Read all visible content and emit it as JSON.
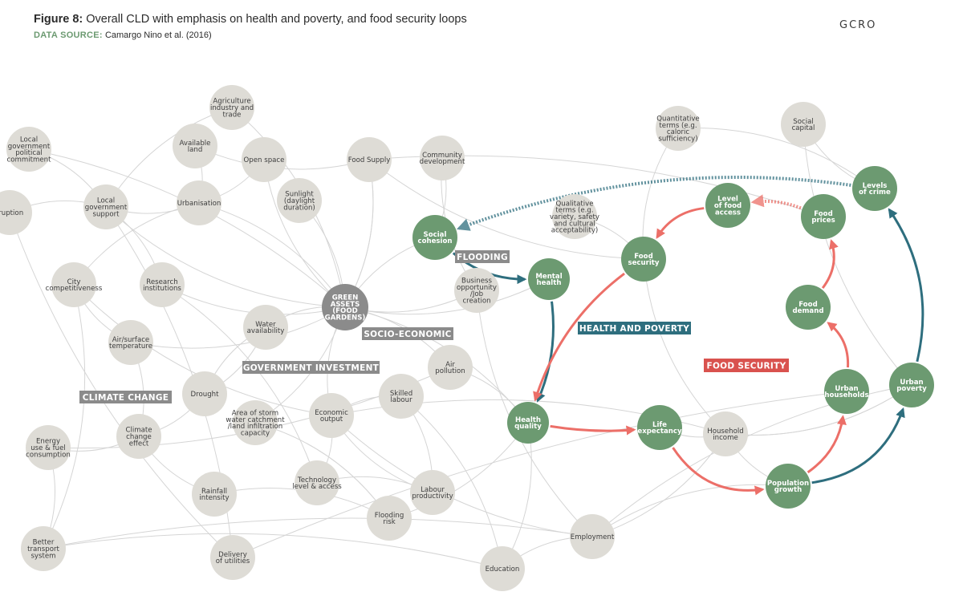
{
  "header": {
    "figure_label": "Figure 8:",
    "title": "Overall CLD with emphasis on health and poverty, and food security loops",
    "source_label": "DATA SOURCE:",
    "source_text": "Camargo Nino et al. (2016)",
    "logo": "GCRO"
  },
  "colors": {
    "grey_node": "#dedcd6",
    "green_node": "#6c9a71",
    "dark_node": "#8b8b8b",
    "teal_arrow": "#2e6e7e",
    "red_arrow": "#ec6f68",
    "faint_line": "#d5d5d5",
    "tag_grey": "#8b8b8b",
    "tag_teal": "#2e6e7e",
    "tag_red": "#d9524e",
    "brand_green": "#6c9a71"
  },
  "tags": [
    {
      "id": "flooding",
      "text": "FLOODING",
      "style": "grey"
    },
    {
      "id": "health-poverty",
      "text": "HEALTH AND POVERTY",
      "style": "teal"
    },
    {
      "id": "food-security",
      "text": "FOOD SECURITY",
      "style": "red"
    },
    {
      "id": "socio-economic",
      "text": "SOCIO-ECONOMIC",
      "style": "grey"
    },
    {
      "id": "government-investment",
      "text": "GOVERNMENT INVESTMENT",
      "style": "grey"
    },
    {
      "id": "climate-change",
      "text": "CLIMATE CHANGE",
      "style": "grey"
    }
  ],
  "nodes": [
    {
      "id": "agriculture",
      "lines": [
        "Agriculture",
        "industry and",
        "trade"
      ],
      "kind": "grey"
    },
    {
      "id": "local-govt-commit",
      "lines": [
        "Local",
        "government",
        "political",
        "commitment"
      ],
      "kind": "grey"
    },
    {
      "id": "available-land",
      "lines": [
        "Available",
        "land"
      ],
      "kind": "grey"
    },
    {
      "id": "open-space",
      "lines": [
        "Open space"
      ],
      "kind": "grey"
    },
    {
      "id": "food-supply",
      "lines": [
        "Food Supply"
      ],
      "kind": "grey"
    },
    {
      "id": "community-dev",
      "lines": [
        "Community",
        "development"
      ],
      "kind": "grey"
    },
    {
      "id": "quantitative",
      "lines": [
        "Quantitative",
        "terms (e.g.",
        "caloric",
        "sufficiency)"
      ],
      "kind": "grey"
    },
    {
      "id": "social-capital",
      "lines": [
        "Social",
        "capital"
      ],
      "kind": "grey"
    },
    {
      "id": "corruption",
      "lines": [
        "rruption"
      ],
      "kind": "grey"
    },
    {
      "id": "local-govt-support",
      "lines": [
        "Local",
        "government",
        "support"
      ],
      "kind": "grey"
    },
    {
      "id": "urbanisation",
      "lines": [
        "Urbanisation"
      ],
      "kind": "grey"
    },
    {
      "id": "sunlight",
      "lines": [
        "Sunlight",
        "(daylight",
        "duration)"
      ],
      "kind": "grey"
    },
    {
      "id": "qualitative",
      "lines": [
        "Qualitative",
        "terms (e.g.",
        "variety, safety",
        "and cultural",
        "acceptability)"
      ],
      "kind": "grey"
    },
    {
      "id": "city-competitiveness",
      "lines": [
        "City",
        "competitiveness"
      ],
      "kind": "grey"
    },
    {
      "id": "research",
      "lines": [
        "Research",
        "institutions"
      ],
      "kind": "grey"
    },
    {
      "id": "business",
      "lines": [
        "Business",
        "opportunity",
        "/Job",
        "creation"
      ],
      "kind": "grey"
    },
    {
      "id": "water-availability",
      "lines": [
        "Water",
        "availability"
      ],
      "kind": "grey"
    },
    {
      "id": "air-surface-temp",
      "lines": [
        "Air/surface",
        "temperature"
      ],
      "kind": "grey"
    },
    {
      "id": "air-pollution",
      "lines": [
        "Air",
        "pollution"
      ],
      "kind": "grey"
    },
    {
      "id": "drought",
      "lines": [
        "Drought"
      ],
      "kind": "grey"
    },
    {
      "id": "skilled-labour",
      "lines": [
        "Skilled",
        "labour"
      ],
      "kind": "grey"
    },
    {
      "id": "storm-water",
      "lines": [
        "Area of storm",
        "water catchment",
        "/land infiltration",
        "capacity"
      ],
      "kind": "grey"
    },
    {
      "id": "economic-output",
      "lines": [
        "Economic",
        "output"
      ],
      "kind": "grey"
    },
    {
      "id": "climate-change-effect",
      "lines": [
        "Climate",
        "change",
        "effect"
      ],
      "kind": "grey"
    },
    {
      "id": "energy-use",
      "lines": [
        "Energy",
        "use & fuel",
        "consumption"
      ],
      "kind": "grey"
    },
    {
      "id": "household-income",
      "lines": [
        "Household",
        "income"
      ],
      "kind": "grey"
    },
    {
      "id": "technology",
      "lines": [
        "Technology",
        "level & access"
      ],
      "kind": "grey"
    },
    {
      "id": "rainfall",
      "lines": [
        "Rainfall",
        "intensity"
      ],
      "kind": "grey"
    },
    {
      "id": "labour-productivity",
      "lines": [
        "Labour",
        "productivity"
      ],
      "kind": "grey"
    },
    {
      "id": "flooding-risk",
      "lines": [
        "Flooding",
        "risk"
      ],
      "kind": "grey"
    },
    {
      "id": "employment",
      "lines": [
        "Employment"
      ],
      "kind": "grey"
    },
    {
      "id": "better-transport",
      "lines": [
        "Better",
        "transport",
        "system"
      ],
      "kind": "grey"
    },
    {
      "id": "delivery-utilities",
      "lines": [
        "Delivery",
        "of utilities"
      ],
      "kind": "grey"
    },
    {
      "id": "education",
      "lines": [
        "Education"
      ],
      "kind": "grey"
    },
    {
      "id": "green-assets",
      "lines": [
        "GREEN",
        "ASSETS",
        "(FOOD",
        "GARDENS)"
      ],
      "kind": "dark"
    },
    {
      "id": "social-cohesion",
      "lines": [
        "Social",
        "cohesion"
      ],
      "kind": "green"
    },
    {
      "id": "mental-health",
      "lines": [
        "Mental",
        "health"
      ],
      "kind": "green"
    },
    {
      "id": "food-security-node",
      "lines": [
        "Food",
        "security"
      ],
      "kind": "green"
    },
    {
      "id": "level-food-access",
      "lines": [
        "Level",
        "of food",
        "access"
      ],
      "kind": "green"
    },
    {
      "id": "food-prices",
      "lines": [
        "Food",
        "prices"
      ],
      "kind": "green"
    },
    {
      "id": "levels-crime",
      "lines": [
        "Levels",
        "of crime"
      ],
      "kind": "green"
    },
    {
      "id": "food-demand",
      "lines": [
        "Food",
        "demand"
      ],
      "kind": "green"
    },
    {
      "id": "health-quality",
      "lines": [
        "Health",
        "quality"
      ],
      "kind": "green"
    },
    {
      "id": "life-expectancy",
      "lines": [
        "Life",
        "expectancy"
      ],
      "kind": "green"
    },
    {
      "id": "urban-households",
      "lines": [
        "Urban",
        "households"
      ],
      "kind": "green"
    },
    {
      "id": "urban-poverty",
      "lines": [
        "Urban",
        "poverty"
      ],
      "kind": "green"
    },
    {
      "id": "population-growth",
      "lines": [
        "Population",
        "growth"
      ],
      "kind": "green"
    }
  ],
  "links": [
    {
      "from": "social-cohesion",
      "to": "mental-health",
      "color": "teal",
      "style": "solid"
    },
    {
      "from": "mental-health",
      "to": "health-quality",
      "color": "teal",
      "style": "solid"
    },
    {
      "from": "population-growth",
      "to": "urban-poverty",
      "color": "teal",
      "style": "solid"
    },
    {
      "from": "urban-poverty",
      "to": "levels-crime",
      "color": "teal",
      "style": "solid"
    },
    {
      "from": "levels-crime",
      "to": "social-cohesion",
      "color": "teal",
      "style": "dotted"
    },
    {
      "from": "food-security-node",
      "to": "health-quality",
      "color": "red",
      "style": "solid"
    },
    {
      "from": "health-quality",
      "to": "life-expectancy",
      "color": "red",
      "style": "solid"
    },
    {
      "from": "life-expectancy",
      "to": "population-growth",
      "color": "red",
      "style": "solid"
    },
    {
      "from": "population-growth",
      "to": "urban-households",
      "color": "red",
      "style": "solid"
    },
    {
      "from": "urban-households",
      "to": "food-demand",
      "color": "red",
      "style": "solid"
    },
    {
      "from": "food-demand",
      "to": "food-prices",
      "color": "red",
      "style": "solid"
    },
    {
      "from": "food-prices",
      "to": "level-food-access",
      "color": "red",
      "style": "dotted"
    },
    {
      "from": "level-food-access",
      "to": "food-security-node",
      "color": "red",
      "style": "solid"
    }
  ]
}
